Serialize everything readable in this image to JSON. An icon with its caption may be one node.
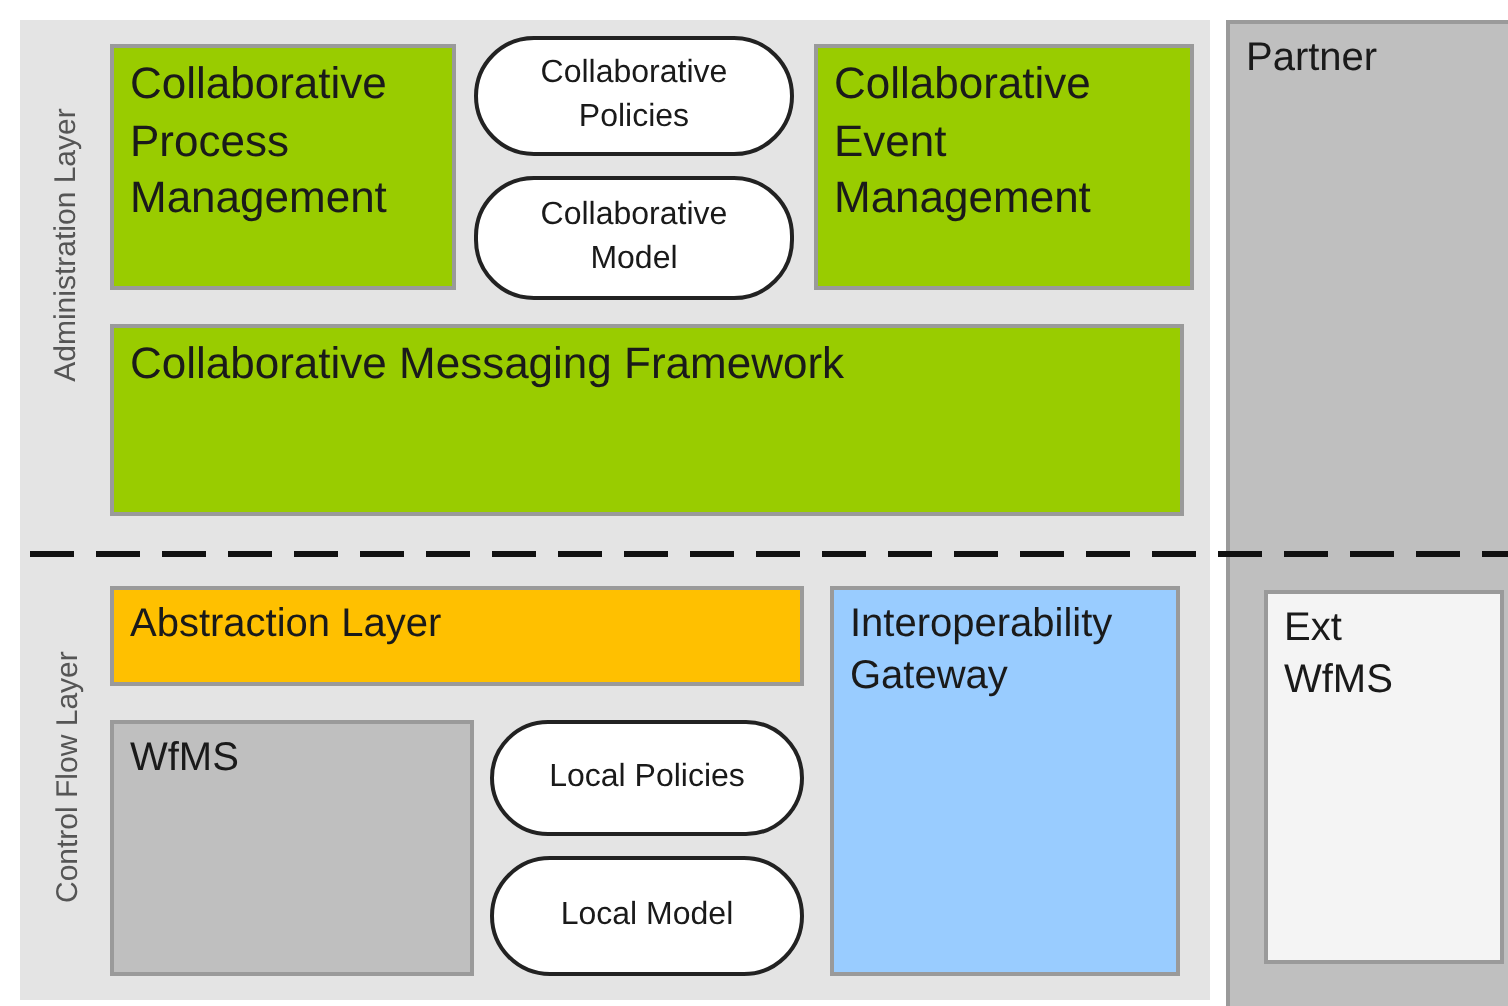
{
  "diagram": {
    "nodes": [
      {
        "text": [
          "Collaborative Process Management"
        ]
      },
      {
        "text": [
          "Collaborative Policies"
        ]
      },
      {
        "text": [
          "Collaborative Model"
        ]
      },
      {
        "text": [
          "Collaborative Event Management"
        ]
      },
      {
        "text": [
          "Collaborative Messaging Framework"
        ]
      },
      {
        "text": [
          "Abstraction Layer"
        ]
      },
      {
        "text": [
          "Interoperability Gateway"
        ]
      },
      {
        "text": [
          "WfMS"
        ]
      },
      {
        "text": [
          "Local Policies"
        ]
      },
      {
        "text": [
          "Local Model"
        ]
      },
      {
        "text": [
          "Partner"
        ]
      },
      {
        "text": [
          "Ext WfMS"
        ],
        "in": 10
      }
    ],
    "labels": [
      "Administration Layer",
      "Control Flow Layer"
    ]
  }
}
